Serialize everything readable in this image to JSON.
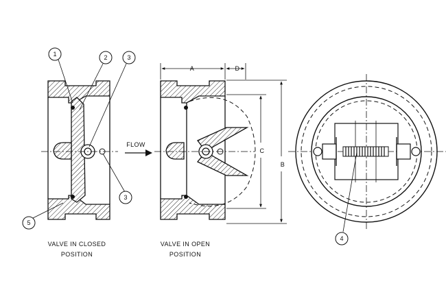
{
  "balloons": [
    "1",
    "2",
    "3",
    "3",
    "4",
    "5"
  ],
  "dimensions": {
    "a": "A",
    "b": "B",
    "c": "C",
    "d": "D"
  },
  "flow_label": "FLOW",
  "caption_closed": [
    "VALVE IN CLOSED",
    "POSITION"
  ],
  "caption_open": [
    "VALVE IN OPEN",
    "POSITION"
  ]
}
